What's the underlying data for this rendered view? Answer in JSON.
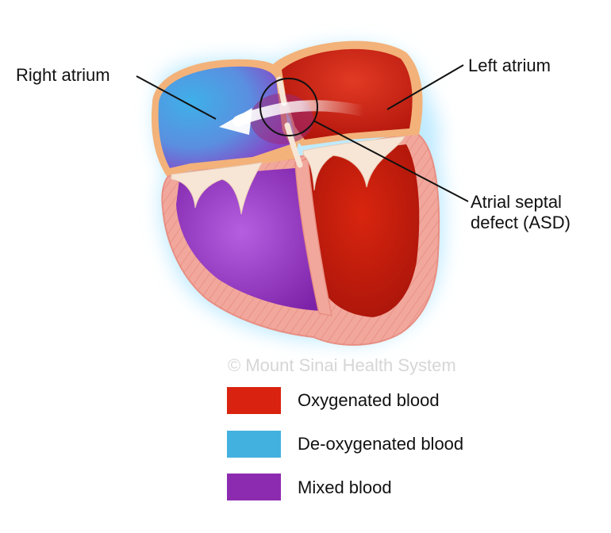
{
  "labels": {
    "right_atrium": "Right atrium",
    "left_atrium": "Left atrium",
    "asd_line1": "Atrial septal",
    "asd_line2": "defect (ASD)"
  },
  "watermark": "© Mount Sinai Health System",
  "legend": [
    {
      "label": "Oxygenated blood",
      "color": "#d9220f"
    },
    {
      "label": "De-oxygenated blood",
      "color": "#43b1e0"
    },
    {
      "label": "Mixed blood",
      "color": "#8d2bb0"
    }
  ],
  "colors": {
    "myocardium": "#f2a79c",
    "atrial_wall": "#f3b27a",
    "valve": "#f7e6d6",
    "glow": "#bfeaff"
  }
}
